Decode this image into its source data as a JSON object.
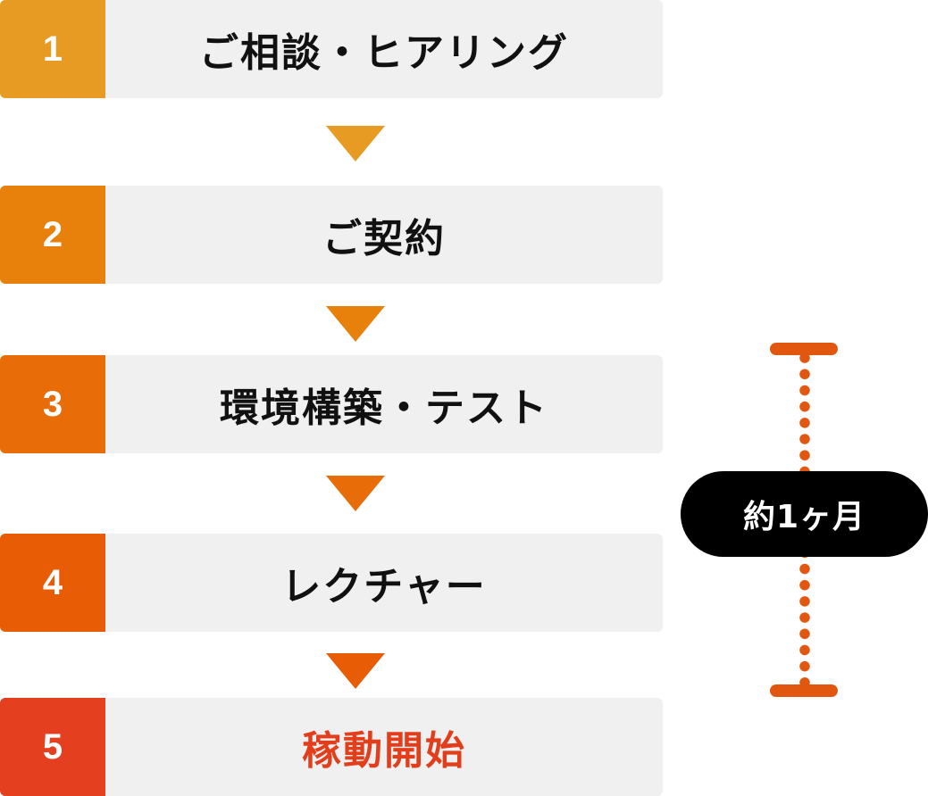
{
  "colors": {
    "step1": "#e89b22",
    "step2": "#e8800c",
    "step3": "#e86c08",
    "step4": "#e85c06",
    "step5": "#e43f1f",
    "final_label": "#e23e1c",
    "duration_marker": "#e2570f"
  },
  "steps": [
    {
      "number": "1",
      "label": "ご相談・ヒアリング"
    },
    {
      "number": "2",
      "label": "ご契約"
    },
    {
      "number": "3",
      "label": "環境構築・テスト"
    },
    {
      "number": "4",
      "label": "レクチャー"
    },
    {
      "number": "5",
      "label": "稼動開始"
    }
  ],
  "duration": {
    "label": "約1ヶ月"
  }
}
